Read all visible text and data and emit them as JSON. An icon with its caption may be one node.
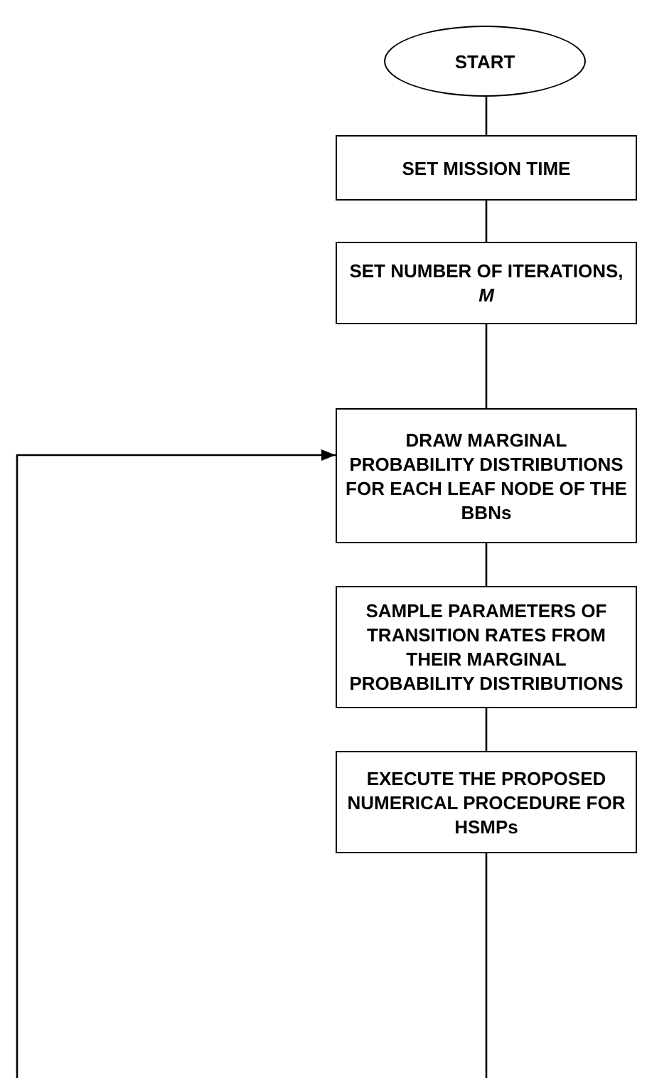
{
  "diagram": {
    "nodes": [
      {
        "text": [
          "START"
        ]
      },
      {
        "text": [
          "SET MISSION TIME"
        ]
      },
      {
        "text": [
          "SET NUMBER OF ITERATIONS, *M*"
        ]
      },
      {
        "text": [
          "DRAW MARGINAL PROBABILITY DISTRIBUTIONS FOR EACH LEAF NODE OF THE BBNs"
        ]
      },
      {
        "text": [
          "SAMPLE PARAMETERS OF TRANSITION RATES FROM THEIR MARGINAL PROBABILITY DISTRIBUTIONS"
        ]
      },
      {
        "text": [
          "EXECUTE THE PROPOSED NUMERICAL PROCEDURE FOR HSMPs"
        ]
      }
    ],
    "edges": [
      {
        "from": 0,
        "to": 1,
        "arrow": "none"
      },
      {
        "from": 1,
        "to": 2,
        "arrow": "none"
      },
      {
        "from": 2,
        "to": 3,
        "arrow": "none"
      },
      {
        "from": 3,
        "to": 4,
        "arrow": "none"
      },
      {
        "from": 4,
        "to": 5,
        "arrow": "none"
      },
      {
        "from": 5,
        "to": null,
        "arrow": "none"
      },
      {
        "from": null,
        "to": 3,
        "arrow": "to"
      }
    ]
  }
}
